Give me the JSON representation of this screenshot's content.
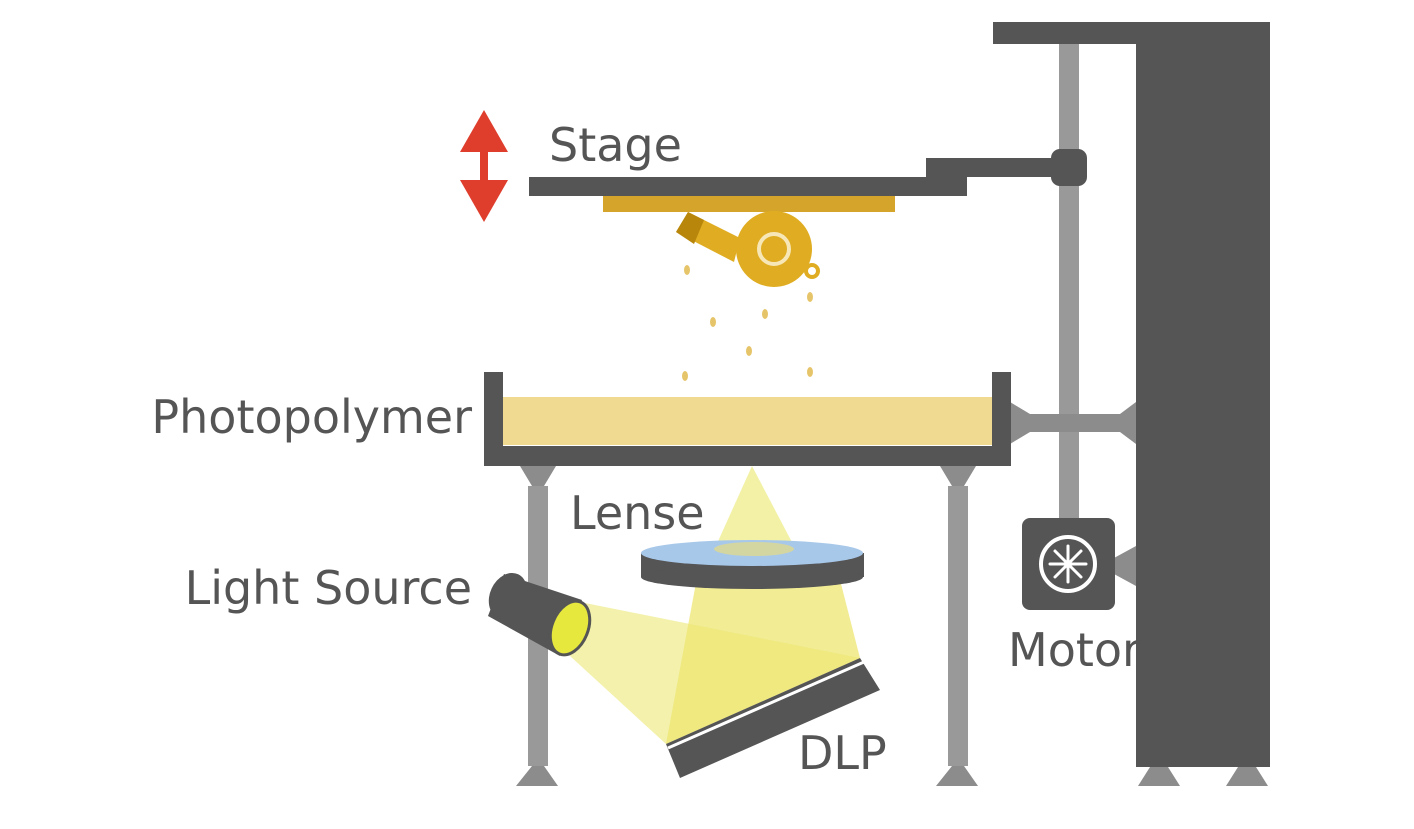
{
  "labels": {
    "stage": "Stage",
    "photopolymer": "Photopolymer",
    "lense": "Lense",
    "light_source": "Light Source",
    "motor": "Motor",
    "dlp": "DLP"
  },
  "colors": {
    "frame_dark": "#555555",
    "post_gray": "#999999",
    "resin": "#f0da92",
    "print_gold": "#e0ad22",
    "plate_gold": "#d4a52a",
    "light_beam": "#f1ef9c",
    "lens_blue": "#a8c8ea",
    "arrow_red": "#e03e2d"
  },
  "icons": {
    "motor": "fan-icon",
    "stage_move": "up-down-arrow-icon"
  }
}
